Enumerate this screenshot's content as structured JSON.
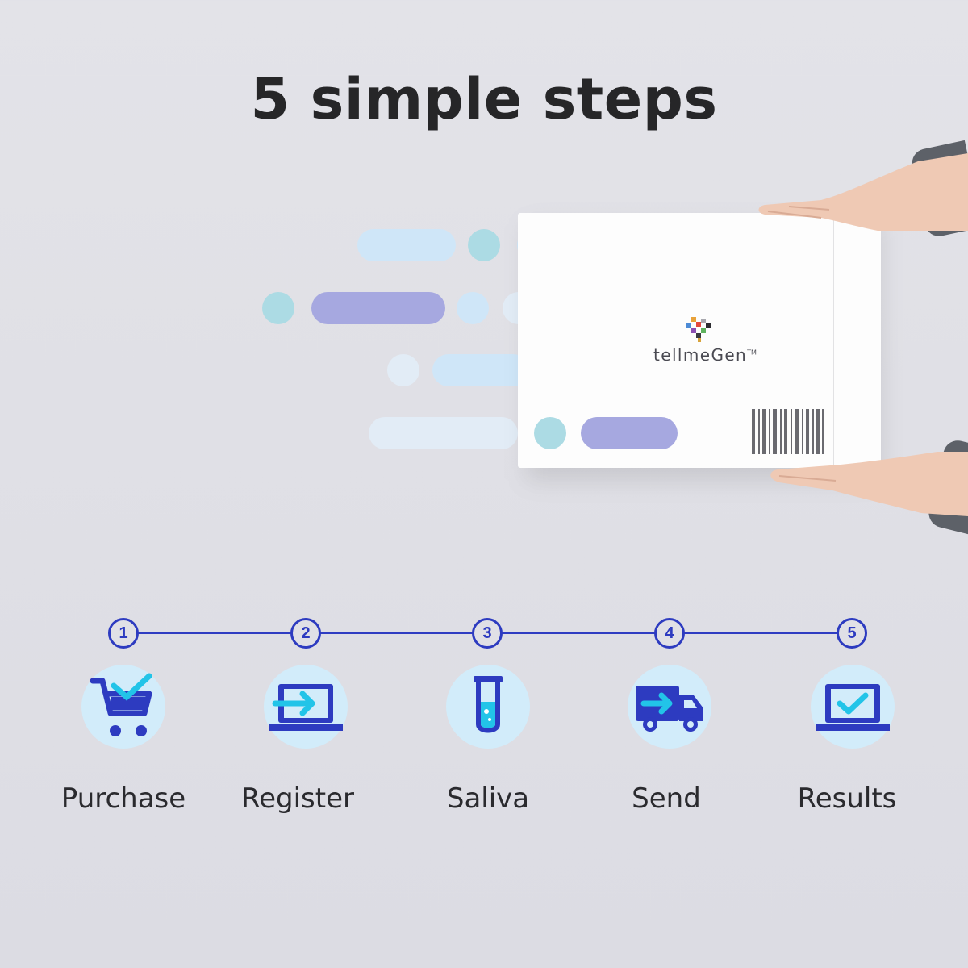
{
  "headline": "5 simple steps",
  "brand": {
    "name": "tellmeGen",
    "trademark": "TM"
  },
  "colors": {
    "accent": "#2d3bc0",
    "icon_bg": "#d2ecfa",
    "cyan": "#22c4e8",
    "pill_light_blue": "#cfe6f8",
    "pill_teal": "#acdbe4",
    "pill_purple": "#a6a8e0",
    "pill_pale": "#e2ecf6"
  },
  "steps": [
    {
      "number": "1",
      "label": "Purchase",
      "icon": "cart-check-icon"
    },
    {
      "number": "2",
      "label": "Register",
      "icon": "laptop-arrow-icon"
    },
    {
      "number": "3",
      "label": "Saliva",
      "icon": "test-tube-icon"
    },
    {
      "number": "4",
      "label": "Send",
      "icon": "delivery-truck-icon"
    },
    {
      "number": "5",
      "label": "Results",
      "icon": "laptop-check-icon"
    }
  ]
}
